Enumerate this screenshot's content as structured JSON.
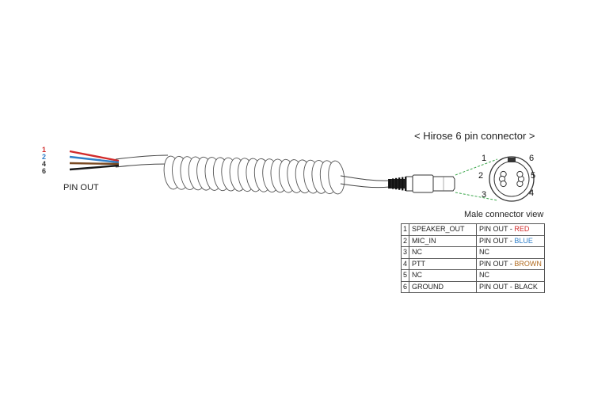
{
  "pinout_label": "PIN OUT",
  "wire_numbers": [
    {
      "label": "1",
      "color": "#d12b2b"
    },
    {
      "label": "2",
      "color": "#2f7fc9"
    },
    {
      "label": "4",
      "color": "#333333"
    },
    {
      "label": "6",
      "color": "#333333"
    }
  ],
  "wire_colors": {
    "red": "#d12b2b",
    "blue": "#2f7fc9",
    "brown": "#7a4a22",
    "black": "#1a1a1a"
  },
  "connector": {
    "title": "< Hirose 6 pin connector >",
    "view_caption": "Male connector view",
    "guide_color": "#3aa64a",
    "pin_labels": [
      "1",
      "2",
      "3",
      "4",
      "5",
      "6"
    ]
  },
  "table": {
    "rows": [
      {
        "num": "1",
        "signal": "SPEAKER_OUT",
        "function": "PIN OUT - ",
        "color_name": "RED",
        "color": "#d12b2b"
      },
      {
        "num": "2",
        "signal": "MIC_IN",
        "function": "PIN OUT - ",
        "color_name": "BLUE",
        "color": "#2f7fc9"
      },
      {
        "num": "3",
        "signal": "NC",
        "function": "NC",
        "color_name": "",
        "color": ""
      },
      {
        "num": "4",
        "signal": "PTT",
        "function": "PIN OUT - ",
        "color_name": "BROWN",
        "color": "#b06a1e"
      },
      {
        "num": "5",
        "signal": "NC",
        "function": "NC",
        "color_name": "",
        "color": ""
      },
      {
        "num": "6",
        "signal": "GROUND",
        "function": "PIN OUT - BLACK",
        "color_name": "",
        "color": ""
      }
    ]
  }
}
